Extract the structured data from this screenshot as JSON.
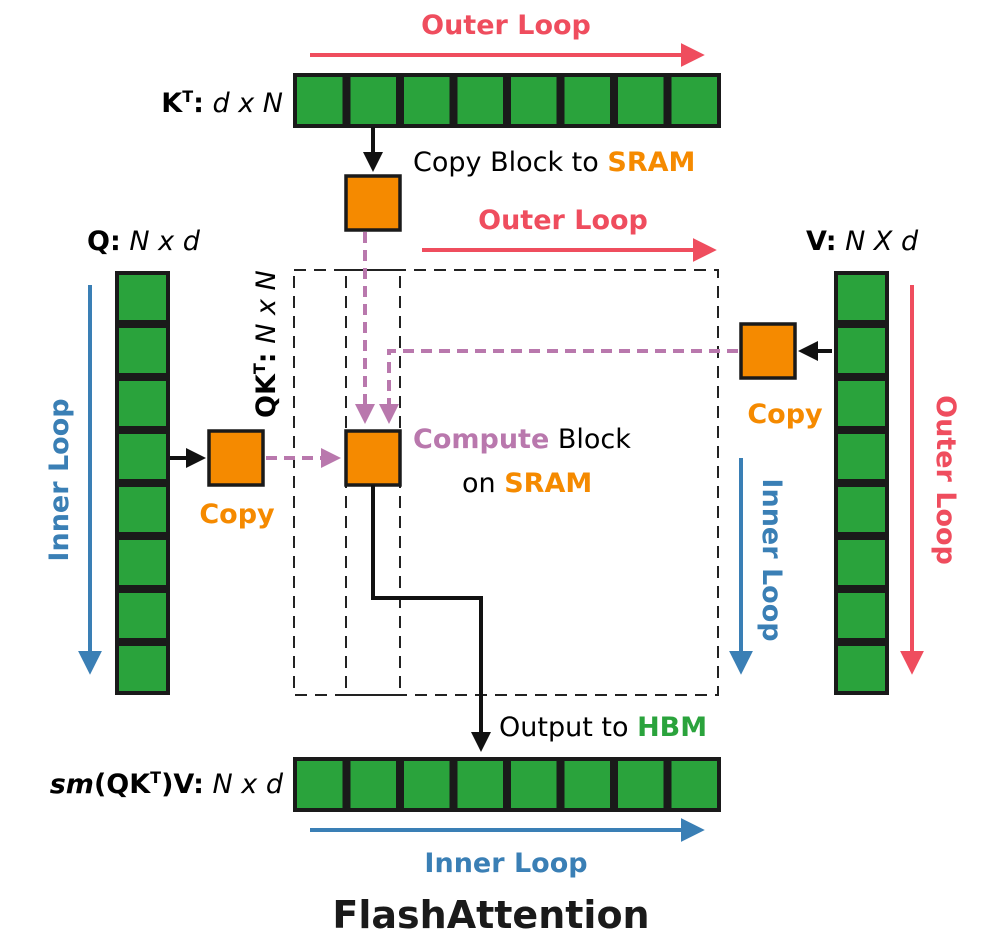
{
  "title": "FlashAttention",
  "colors": {
    "hbm_block": "#2aa33c",
    "sram_block": "#f58a00",
    "outer_loop": "#ef4d5e",
    "inner_loop": "#3a7fb5",
    "dashed_flow": "#b978ad",
    "arrow": "#111111"
  },
  "matrices": {
    "kt": {
      "name": "K",
      "sup": "T",
      "colon": ":",
      "dims": "d x N",
      "blocks": 8
    },
    "q": {
      "name": "Q",
      "colon": ":",
      "dims": "N x d",
      "blocks": 8
    },
    "v": {
      "name": "V",
      "colon": ":",
      "dims": "N X d",
      "blocks": 8
    },
    "qkt": {
      "name": "QK",
      "sup": "T",
      "colon": ":",
      "dims": "N x N"
    },
    "out": {
      "pre": "sm",
      "name_open": "(QK",
      "sup": "T",
      "name_close": ")V",
      "colon": ":",
      "dims": "N x d",
      "blocks": 8
    }
  },
  "loops": {
    "top_outer": "Outer Loop",
    "mid_outer": "Outer Loop",
    "right_outer": "Outer Loop",
    "left_inner": "Inner Loop",
    "right_inner": "Inner Loop",
    "bottom_inner": "Inner Loop"
  },
  "annotations": {
    "copy_block_prefix": "Copy Block to ",
    "copy_block_target": "SRAM",
    "copy_left": "Copy",
    "copy_right": "Copy",
    "compute_word": "Compute",
    "compute_rest": " Block",
    "on_word": "on ",
    "on_target": "SRAM",
    "output_prefix": "Output to ",
    "output_target": "HBM"
  }
}
